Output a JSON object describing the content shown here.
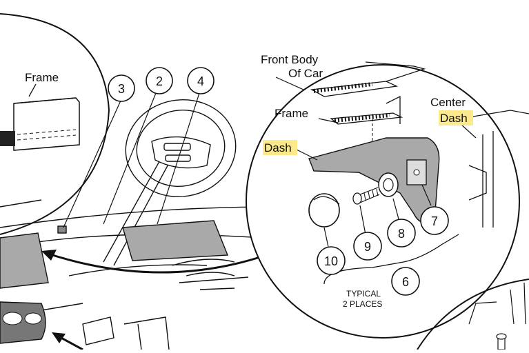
{
  "labels": {
    "frame_left": "Frame",
    "front_body_line1": "Front Body",
    "front_body_line2": "Of Car",
    "frame_right": "Frame",
    "center_line1": "Center",
    "center_line2": "Dash",
    "dash": "Dash",
    "typical_line1": "TYPICAL",
    "typical_line2": "2 PLACES"
  },
  "callouts": [
    "2",
    "3",
    "4",
    "6",
    "7",
    "8",
    "9",
    "10"
  ],
  "colors": {
    "highlight": "#fbe98b",
    "part_fill": "#a9a9a9",
    "line": "#111111"
  }
}
